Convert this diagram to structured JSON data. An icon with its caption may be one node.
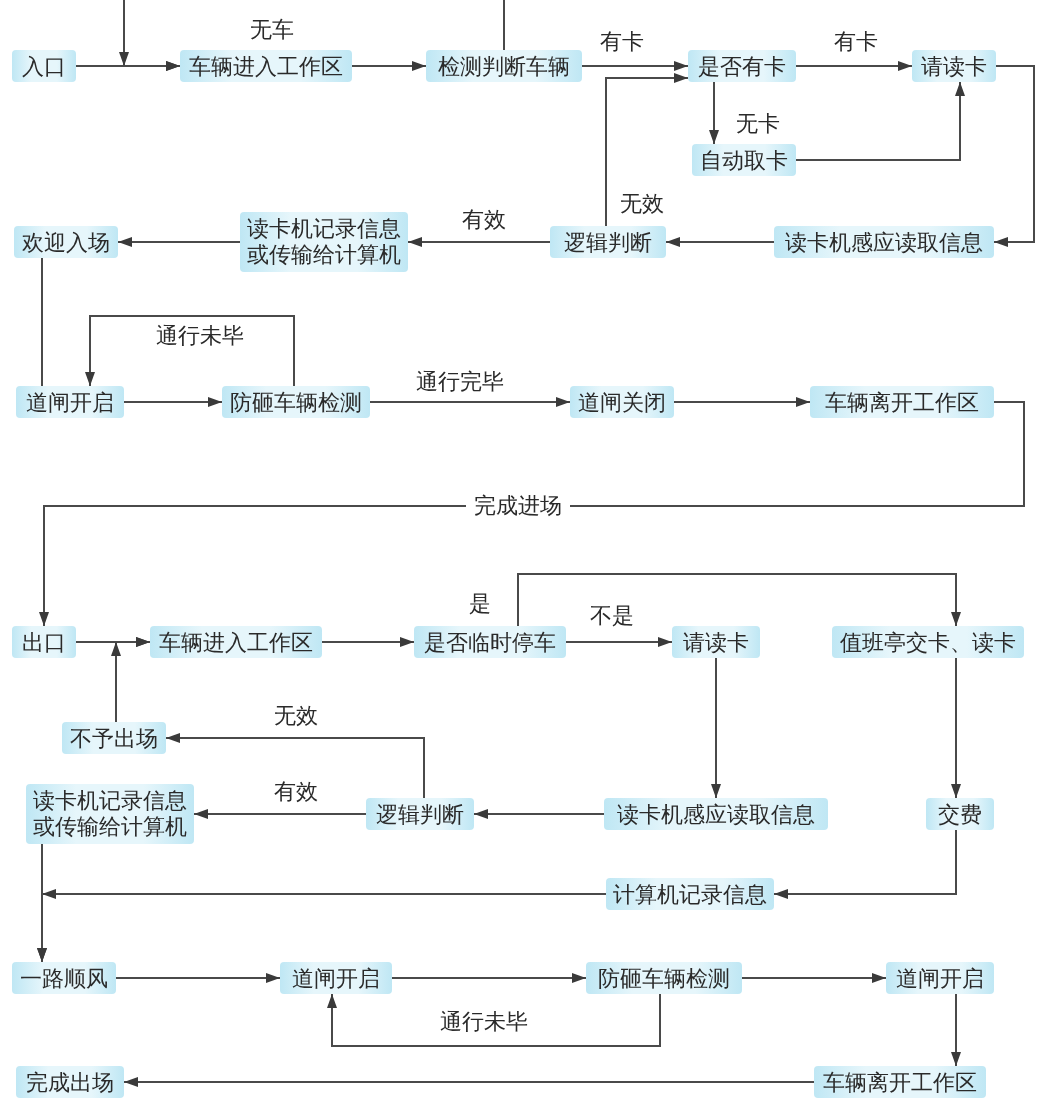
{
  "diagram": {
    "nodes": [
      {
        "text": [
          "入口"
        ]
      },
      {
        "text": [
          "车辆进入工作区"
        ]
      },
      {
        "text": [
          "检测判断车辆"
        ]
      },
      {
        "text": [
          "是否有卡"
        ]
      },
      {
        "text": [
          "请读卡"
        ]
      },
      {
        "text": [
          "自动取卡"
        ]
      },
      {
        "text": [
          "欢迎入场"
        ]
      },
      {
        "text": [
          "读卡机记录信息或传输给计算机"
        ]
      },
      {
        "text": [
          "逻辑判断"
        ]
      },
      {
        "text": [
          "读卡机感应读取信息"
        ]
      },
      {
        "text": [
          "道闸开启"
        ]
      },
      {
        "text": [
          "防砸车辆检测"
        ]
      },
      {
        "text": [
          "道闸关闭"
        ]
      },
      {
        "text": [
          "车辆离开工作区"
        ]
      },
      {
        "text": [
          "出口"
        ]
      },
      {
        "text": [
          "车辆进入工作区"
        ]
      },
      {
        "text": [
          "是否临时停车"
        ]
      },
      {
        "text": [
          "请读卡"
        ]
      },
      {
        "text": [
          "值班亭交卡、读卡"
        ]
      },
      {
        "text": [
          "不予出场"
        ]
      },
      {
        "text": [
          "读卡机记录信息或传输给计算机"
        ]
      },
      {
        "text": [
          "逻辑判断"
        ]
      },
      {
        "text": [
          "读卡机感应读取信息"
        ]
      },
      {
        "text": [
          "交费"
        ]
      },
      {
        "text": [
          "计算机记录信息"
        ]
      },
      {
        "text": [
          "一路顺风"
        ]
      },
      {
        "text": [
          "道闸开启"
        ]
      },
      {
        "text": [
          "防砸车辆检测"
        ]
      },
      {
        "text": [
          "道闸开启"
        ]
      },
      {
        "text": [
          "车辆离开工作区"
        ]
      },
      {
        "text": [
          "完成出场"
        ]
      }
    ],
    "edges": [
      {
        "from": 0,
        "to": 1,
        "arrow": "to"
      },
      {
        "from": 2,
        "to": 1,
        "arrow": "to",
        "label": "无车"
      },
      {
        "from": 1,
        "to": 2,
        "arrow": "to"
      },
      {
        "from": 2,
        "to": 3,
        "arrow": "to",
        "label": "有卡"
      },
      {
        "from": 3,
        "to": 4,
        "arrow": "to",
        "label": "有卡"
      },
      {
        "from": 3,
        "to": 5,
        "arrow": "to",
        "label": "无卡"
      },
      {
        "from": 5,
        "to": 4,
        "arrow": "to"
      },
      {
        "from": 4,
        "to": 9,
        "arrow": "to"
      },
      {
        "from": 9,
        "to": 8,
        "arrow": "to"
      },
      {
        "from": 8,
        "to": 3,
        "arrow": "to",
        "label": "无效"
      },
      {
        "from": 8,
        "to": 7,
        "arrow": "to",
        "label": "有效"
      },
      {
        "from": 7,
        "to": 6,
        "arrow": "to"
      },
      {
        "from": 6,
        "to": 10,
        "arrow": "none"
      },
      {
        "from": 10,
        "to": 11,
        "arrow": "to"
      },
      {
        "from": 11,
        "to": 10,
        "arrow": "to",
        "label": "通行未毕"
      },
      {
        "from": 11,
        "to": 12,
        "arrow": "to",
        "label": "通行完毕"
      },
      {
        "from": 12,
        "to": 13,
        "arrow": "to"
      },
      {
        "from": 13,
        "to": 14,
        "arrow": "to",
        "label": "完成进场"
      },
      {
        "from": 14,
        "to": 15,
        "arrow": "to"
      },
      {
        "from": 19,
        "to": 15,
        "arrow": "to"
      },
      {
        "from": 15,
        "to": 16,
        "arrow": "to"
      },
      {
        "from": 16,
        "to": 17,
        "arrow": "to",
        "label": "不是"
      },
      {
        "from": 16,
        "to": 18,
        "arrow": "to",
        "label": "是"
      },
      {
        "from": 17,
        "to": 22,
        "arrow": "to"
      },
      {
        "from": 18,
        "to": 23,
        "arrow": "to"
      },
      {
        "from": 22,
        "to": 21,
        "arrow": "to"
      },
      {
        "from": 21,
        "to": 20,
        "arrow": "to",
        "label": "有效"
      },
      {
        "from": 21,
        "to": 19,
        "arrow": "to",
        "label": "无效"
      },
      {
        "from": 23,
        "to": 24,
        "arrow": "to"
      },
      {
        "from": 24,
        "to": 25,
        "arrow": "to"
      },
      {
        "from": 20,
        "to": 25,
        "arrow": "to"
      },
      {
        "from": 25,
        "to": 26,
        "arrow": "to"
      },
      {
        "from": 26,
        "to": 27,
        "arrow": "to"
      },
      {
        "from": 27,
        "to": 28,
        "arrow": "to"
      },
      {
        "from": 27,
        "to": 26,
        "arrow": "to",
        "label": "通行未毕"
      },
      {
        "from": 28,
        "to": 29,
        "arrow": "to"
      },
      {
        "from": 29,
        "to": 30,
        "arrow": "to"
      }
    ]
  }
}
